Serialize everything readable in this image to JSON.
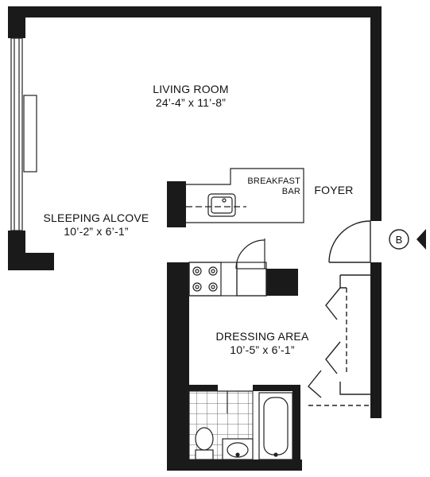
{
  "rooms": {
    "living_room": {
      "name": "LIVING ROOM",
      "dims": "24’-4” x 11’-8”"
    },
    "sleeping_alcove": {
      "name": "SLEEPING ALCOVE",
      "dims": "10’-2” x 6’-1”"
    },
    "dressing_area": {
      "name": "DRESSING AREA",
      "dims": "10’-5” x 6’-1”"
    },
    "foyer": {
      "name": "FOYER"
    },
    "breakfast_bar": {
      "line1": "BREAKFAST",
      "line2": "BAR"
    }
  },
  "entry_marker": {
    "letter": "B"
  },
  "colors": {
    "wall": "#1a1a1a",
    "line": "#222222",
    "background": "#ffffff"
  }
}
